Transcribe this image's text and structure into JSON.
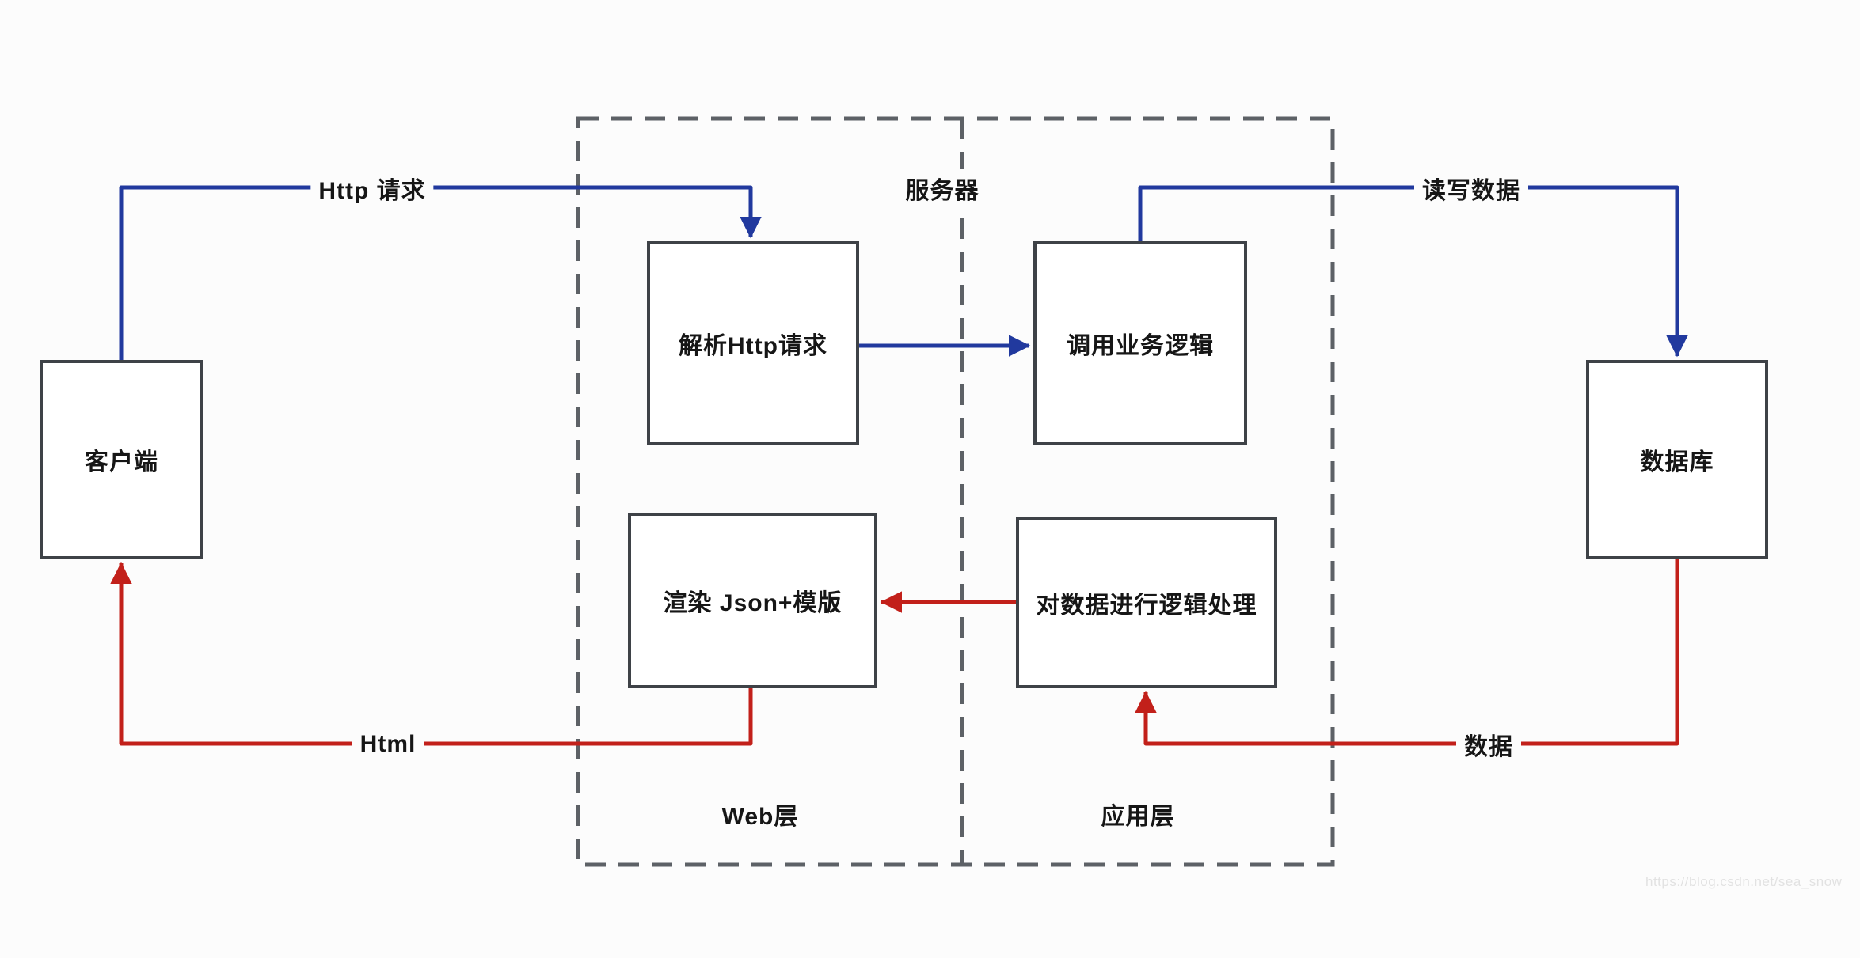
{
  "diagram": {
    "nodes": {
      "client": {
        "label": "客户端"
      },
      "parse_http": {
        "label": "解析Http请求"
      },
      "call_logic": {
        "label": "调用业务逻辑"
      },
      "render_json": {
        "label": "渲染 Json+模版"
      },
      "process_data": {
        "label": "对数据进行逻辑处理"
      },
      "database": {
        "label": "数据库"
      }
    },
    "zones": {
      "server": {
        "label": "服务器"
      },
      "web_layer": {
        "label": "Web层"
      },
      "app_layer": {
        "label": "应用层"
      }
    },
    "edges": {
      "http_request": {
        "label": "Http 请求",
        "color": "#21399e",
        "from": "client",
        "to": "parse_http"
      },
      "parse_to_call": {
        "label": "",
        "color": "#21399e",
        "from": "parse_http",
        "to": "call_logic"
      },
      "read_write_data": {
        "label": "读写数据",
        "color": "#21399e",
        "from": "call_logic",
        "to": "database"
      },
      "data_return": {
        "label": "数据",
        "color": "#c2201a",
        "from": "database",
        "to": "process_data"
      },
      "process_to_render": {
        "label": "",
        "color": "#c2201a",
        "from": "process_data",
        "to": "render_json"
      },
      "html_return": {
        "label": "Html",
        "color": "#c2201a",
        "from": "render_json",
        "to": "client"
      }
    },
    "colors": {
      "blue_flow": "#21399e",
      "red_flow": "#c2201a",
      "box_border": "#3e4247",
      "dashed_border": "#5d6166"
    },
    "watermark": "https://blog.csdn.net/sea_snow"
  }
}
